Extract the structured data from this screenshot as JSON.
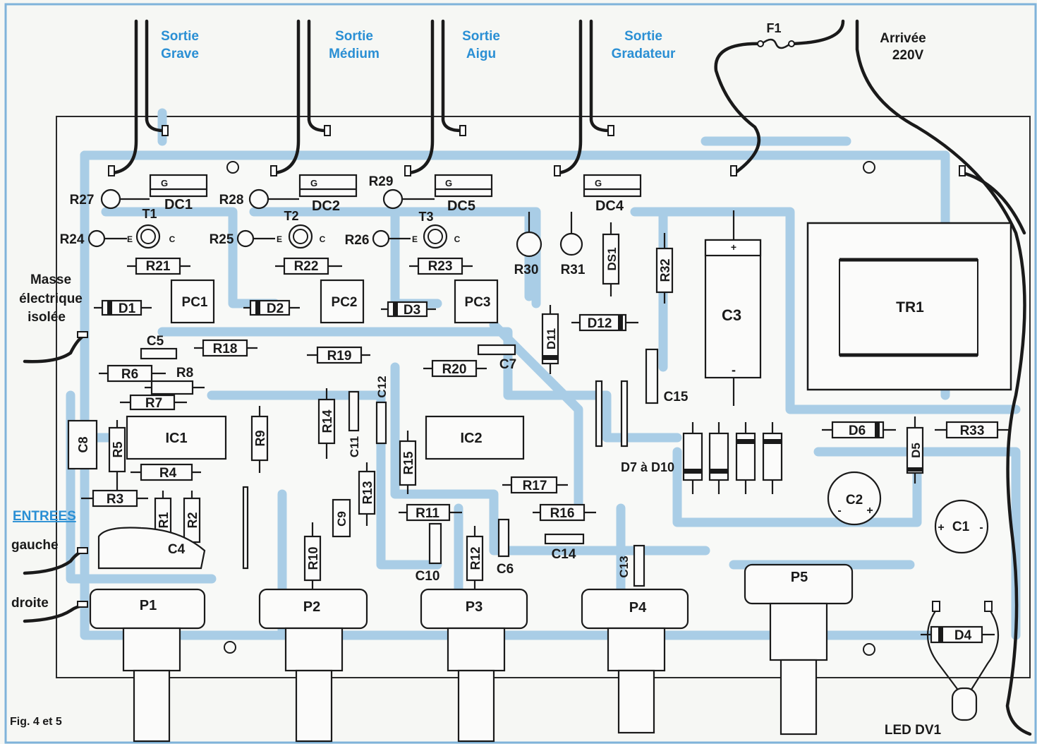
{
  "outputs": {
    "grave": [
      "Sortie",
      "Grave"
    ],
    "medium": [
      "Sortie",
      "Médium"
    ],
    "aigu": [
      "Sortie",
      "Aigu"
    ],
    "gradateur": [
      "Sortie",
      "Gradateur"
    ]
  },
  "fuse": "F1",
  "mains": [
    "Arrivée",
    "220V"
  ],
  "ground_note": [
    "Masse",
    "électrique",
    "isolée"
  ],
  "inputs": {
    "title": "ENTREES",
    "left": "gauche",
    "right": "droite"
  },
  "diac_components": {
    "dc1": "DC1",
    "dc2": "DC2",
    "dc5": "DC5",
    "dc4": "DC4",
    "g": "G"
  },
  "transistors": {
    "t1": "T1",
    "t2": "T2",
    "t3": "T3",
    "e": "E",
    "c": "C"
  },
  "resistors": {
    "r1": "R1",
    "r2": "R2",
    "r3": "R3",
    "r4": "R4",
    "r5": "R5",
    "r6": "R6",
    "r7": "R7",
    "r8": "R8",
    "r9": "R9",
    "r10": "R10",
    "r11": "R11",
    "r12": "R12",
    "r13": "R13",
    "r14": "R14",
    "r15": "R15",
    "r16": "R16",
    "r17": "R17",
    "r18": "R18",
    "r19": "R19",
    "r20": "R20",
    "r21": "R21",
    "r22": "R22",
    "r23": "R23",
    "r24": "R24",
    "r25": "R25",
    "r26": "R26",
    "r27": "R27",
    "r28": "R28",
    "r29": "R29",
    "r30": "R30",
    "r31": "R31",
    "r32": "R32",
    "r33": "R33"
  },
  "capacitors": {
    "c1": "C1",
    "c2": "C2",
    "c3": "C3",
    "c4": "C4",
    "c5": "C5",
    "c6": "C6",
    "c7": "C7",
    "c8": "C8",
    "c9": "C9",
    "c10": "C10",
    "c11": "C11",
    "c12": "C12",
    "c13": "C13",
    "c14": "C14",
    "c15": "C15",
    "plus": "+",
    "minus": "-"
  },
  "diodes": {
    "d1": "D1",
    "d2": "D2",
    "d3": "D3",
    "d4": "D4",
    "d5": "D5",
    "d6": "D6",
    "d11": "D11",
    "d12": "D12",
    "ds1": "DS1",
    "d7_d10": "D7 à D10"
  },
  "optocouplers": {
    "pc1": "PC1",
    "pc2": "PC2",
    "pc3": "PC3"
  },
  "ics": {
    "ic1": "IC1",
    "ic2": "IC2"
  },
  "potentiometers": {
    "p1": "P1",
    "p2": "P2",
    "p3": "P3",
    "p4": "P4",
    "p5": "P5"
  },
  "transformer": "TR1",
  "led": "LED DV1",
  "caption": "Fig. 4 et 5"
}
